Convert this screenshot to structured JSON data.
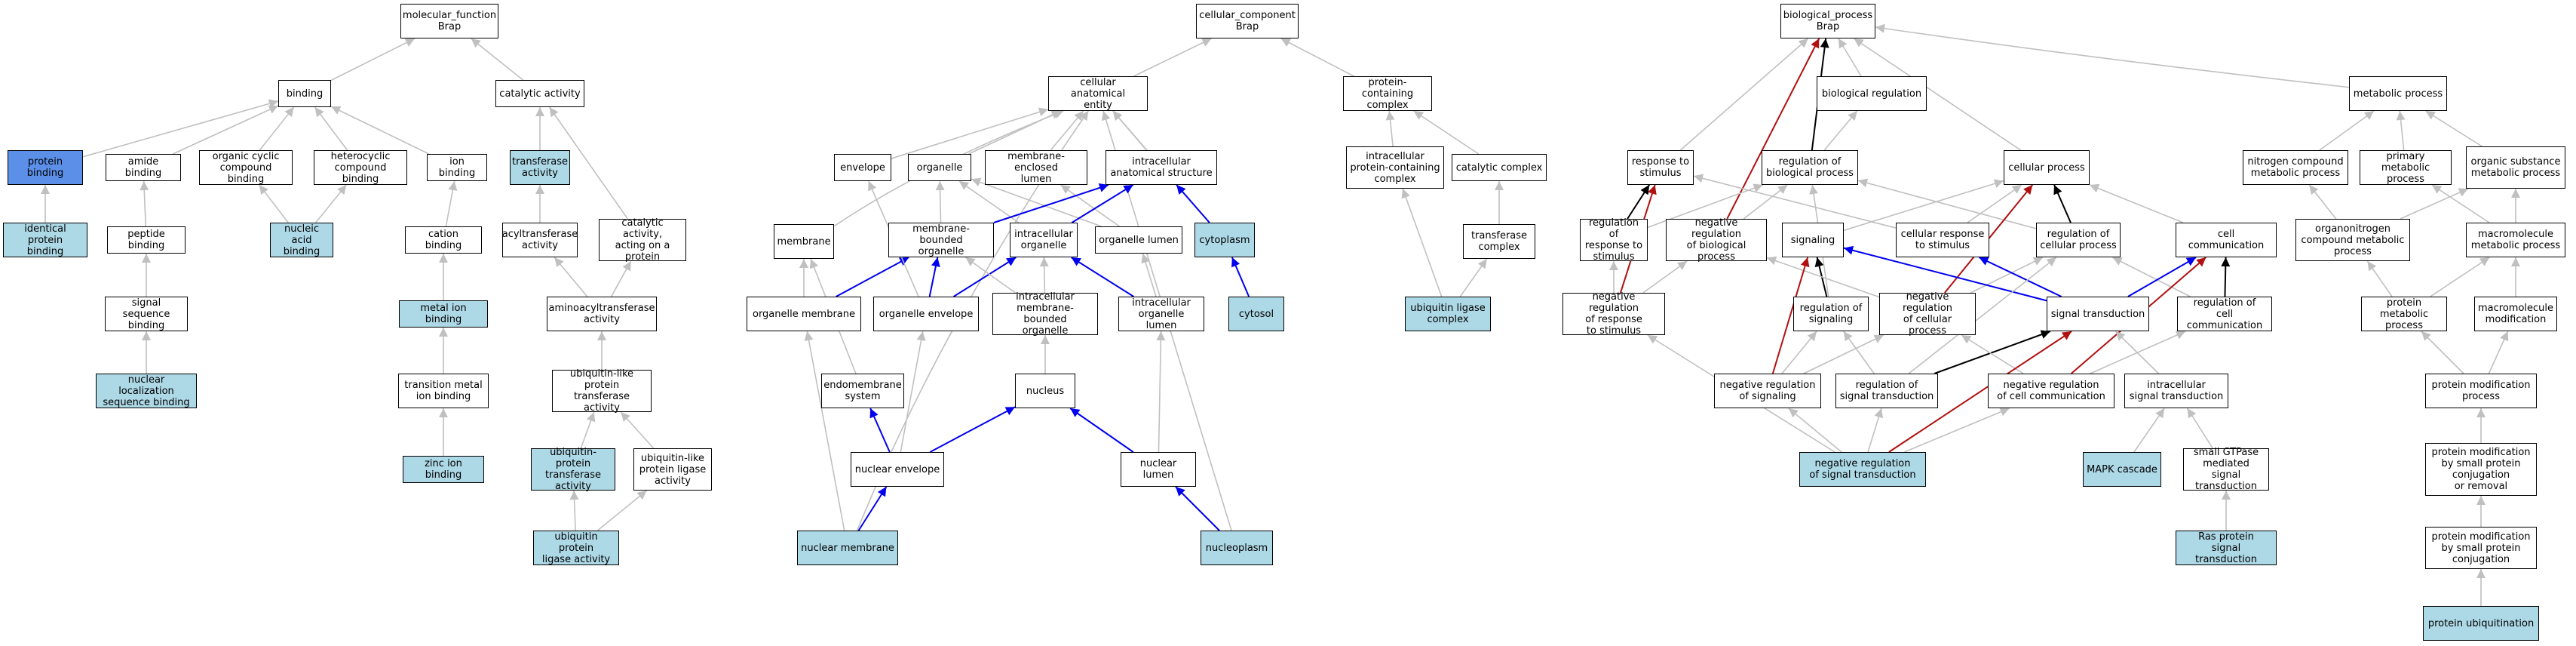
{
  "colors": {
    "white": "#ffffff",
    "light": "#add8e6",
    "blue": "#5b8fe8",
    "edge_gray": "#c0c0c0",
    "edge_black": "#000000",
    "edge_blue": "#0000ee",
    "edge_red": "#b01010"
  },
  "nodes": [
    {
      "id": "mf",
      "label": "molecular_function\nBrap",
      "fill": "white"
    },
    {
      "id": "binding",
      "label": "binding",
      "fill": "white"
    },
    {
      "id": "catact",
      "label": "catalytic activity",
      "fill": "white"
    },
    {
      "id": "protbind",
      "label": "protein binding",
      "fill": "blue"
    },
    {
      "id": "amide",
      "label": "amide binding",
      "fill": "white"
    },
    {
      "id": "orgcyc",
      "label": "organic cyclic\ncompound binding",
      "fill": "white"
    },
    {
      "id": "hetcyc",
      "label": "heterocyclic\ncompound binding",
      "fill": "white"
    },
    {
      "id": "ionbind",
      "label": "ion binding",
      "fill": "white"
    },
    {
      "id": "transferase",
      "label": "transferase\nactivity",
      "fill": "light"
    },
    {
      "id": "identprot",
      "label": "identical protein\nbinding",
      "fill": "light"
    },
    {
      "id": "peptide",
      "label": "peptide binding",
      "fill": "white"
    },
    {
      "id": "nucacid",
      "label": "nucleic acid\nbinding",
      "fill": "light"
    },
    {
      "id": "cation",
      "label": "cation binding",
      "fill": "white"
    },
    {
      "id": "acyltrans",
      "label": "acyltransferase\nactivity",
      "fill": "white"
    },
    {
      "id": "catacting",
      "label": "catalytic activity,\nacting on a\nprotein",
      "fill": "white"
    },
    {
      "id": "sigseq",
      "label": "signal sequence\nbinding",
      "fill": "white"
    },
    {
      "id": "metalion",
      "label": "metal ion binding",
      "fill": "light"
    },
    {
      "id": "aminoacyl",
      "label": "aminoacyltransferase\nactivity",
      "fill": "white"
    },
    {
      "id": "nucloc",
      "label": "nuclear localization\nsequence binding",
      "fill": "light"
    },
    {
      "id": "transmetal",
      "label": "transition metal\nion binding",
      "fill": "white"
    },
    {
      "id": "ubqlike",
      "label": "ubiquitin-like\nprotein transferase\nactivity",
      "fill": "white"
    },
    {
      "id": "zinc",
      "label": "zinc ion binding",
      "fill": "light"
    },
    {
      "id": "ubqprottrans",
      "label": "ubiquitin-protein\ntransferase\nactivity",
      "fill": "light"
    },
    {
      "id": "ubqlikelig",
      "label": "ubiquitin-like\nprotein ligase\nactivity",
      "fill": "white"
    },
    {
      "id": "ubqlig",
      "label": "ubiquitin protein\nligase activity",
      "fill": "light"
    },
    {
      "id": "cc",
      "label": "cellular_component\nBrap",
      "fill": "white"
    },
    {
      "id": "cae",
      "label": "cellular anatomical\nentity",
      "fill": "white"
    },
    {
      "id": "protcomplex",
      "label": "protein-containing\ncomplex",
      "fill": "white"
    },
    {
      "id": "envelope",
      "label": "envelope",
      "fill": "white"
    },
    {
      "id": "organelle",
      "label": "organelle",
      "fill": "white"
    },
    {
      "id": "memenclosed",
      "label": "membrane-enclosed\nlumen",
      "fill": "white"
    },
    {
      "id": "intracellas",
      "label": "intracellular\nanatomical structure",
      "fill": "white"
    },
    {
      "id": "intracomplex",
      "label": "intracellular\nprotein-containing\ncomplex",
      "fill": "white"
    },
    {
      "id": "catcomplex",
      "label": "catalytic complex",
      "fill": "white"
    },
    {
      "id": "membrane",
      "label": "membrane",
      "fill": "white"
    },
    {
      "id": "membound",
      "label": "membrane-bounded\norganelle",
      "fill": "white"
    },
    {
      "id": "intraorg",
      "label": "intracellular\norganelle",
      "fill": "white"
    },
    {
      "id": "orglumen",
      "label": "organelle lumen",
      "fill": "white"
    },
    {
      "id": "cytoplasm",
      "label": "cytoplasm",
      "fill": "light"
    },
    {
      "id": "transcomplex",
      "label": "transferase\ncomplex",
      "fill": "white"
    },
    {
      "id": "orgmem",
      "label": "organelle membrane",
      "fill": "white"
    },
    {
      "id": "orgenv",
      "label": "organelle envelope",
      "fill": "white"
    },
    {
      "id": "intramemorg",
      "label": "intracellular\nmembrane-bounded\norganelle",
      "fill": "white"
    },
    {
      "id": "intraorglumen",
      "label": "intracellular\norganelle lumen",
      "fill": "white"
    },
    {
      "id": "cytosol",
      "label": "cytosol",
      "fill": "light"
    },
    {
      "id": "ubqligcomplex",
      "label": "ubiquitin ligase\ncomplex",
      "fill": "light"
    },
    {
      "id": "endomem",
      "label": "endomembrane\nsystem",
      "fill": "white"
    },
    {
      "id": "nucleus",
      "label": "nucleus",
      "fill": "white"
    },
    {
      "id": "nucenv",
      "label": "nuclear envelope",
      "fill": "white"
    },
    {
      "id": "nuclumen",
      "label": "nuclear lumen",
      "fill": "white"
    },
    {
      "id": "nucmem",
      "label": "nuclear membrane",
      "fill": "light"
    },
    {
      "id": "nucleoplasm",
      "label": "nucleoplasm",
      "fill": "light"
    },
    {
      "id": "bp",
      "label": "biological_process\nBrap",
      "fill": "white"
    },
    {
      "id": "bioreg",
      "label": "biological regulation",
      "fill": "white"
    },
    {
      "id": "metproc",
      "label": "metabolic process",
      "fill": "white"
    },
    {
      "id": "respstim",
      "label": "response to\nstimulus",
      "fill": "white"
    },
    {
      "id": "regbio",
      "label": "regulation of\nbiological process",
      "fill": "white"
    },
    {
      "id": "cellproc",
      "label": "cellular process",
      "fill": "white"
    },
    {
      "id": "nitrogen",
      "label": "nitrogen compound\nmetabolic process",
      "fill": "white"
    },
    {
      "id": "primary",
      "label": "primary metabolic\nprocess",
      "fill": "white"
    },
    {
      "id": "orgsub",
      "label": "organic substance\nmetabolic process",
      "fill": "white"
    },
    {
      "id": "regresp",
      "label": "regulation of\nresponse to\nstimulus",
      "fill": "white"
    },
    {
      "id": "negregbio",
      "label": "negative regulation\nof biological\nprocess",
      "fill": "white"
    },
    {
      "id": "signaling",
      "label": "signaling",
      "fill": "white"
    },
    {
      "id": "cellresp",
      "label": "cellular response\nto stimulus",
      "fill": "white"
    },
    {
      "id": "regcell",
      "label": "regulation of\ncellular process",
      "fill": "white"
    },
    {
      "id": "cellcomm",
      "label": "cell communication",
      "fill": "white"
    },
    {
      "id": "organonit",
      "label": "organonitrogen\ncompound metabolic\nprocess",
      "fill": "white"
    },
    {
      "id": "macromet",
      "label": "macromolecule\nmetabolic process",
      "fill": "white"
    },
    {
      "id": "negregresp",
      "label": "negative regulation\nof response\nto stimulus",
      "fill": "white"
    },
    {
      "id": "regsig",
      "label": "regulation of\nsignaling",
      "fill": "white"
    },
    {
      "id": "negregcell",
      "label": "negative regulation\nof cellular\nprocess",
      "fill": "white"
    },
    {
      "id": "sigtrans",
      "label": "signal transduction",
      "fill": "white"
    },
    {
      "id": "regcellcomm",
      "label": "regulation of\ncell communication",
      "fill": "white"
    },
    {
      "id": "protmet",
      "label": "protein metabolic\nprocess",
      "fill": "white"
    },
    {
      "id": "macromod",
      "label": "macromolecule\nmodification",
      "fill": "white"
    },
    {
      "id": "negregsig",
      "label": "negative regulation\nof signaling",
      "fill": "white"
    },
    {
      "id": "regsigtrans",
      "label": "regulation of\nsignal transduction",
      "fill": "white"
    },
    {
      "id": "negregcellcomm",
      "label": "negative regulation\nof cell communication",
      "fill": "white"
    },
    {
      "id": "intrasig",
      "label": "intracellular\nsignal transduction",
      "fill": "white"
    },
    {
      "id": "protmodproc",
      "label": "protein modification\nprocess",
      "fill": "white"
    },
    {
      "id": "negregsigtrans",
      "label": "negative regulation\nof signal transduction",
      "fill": "light"
    },
    {
      "id": "mapk",
      "label": "MAPK cascade",
      "fill": "light"
    },
    {
      "id": "smallgtp",
      "label": "small GTPase\nmediated signal\ntransduction",
      "fill": "white"
    },
    {
      "id": "protmodsmall",
      "label": "protein modification\nby small protein\nconjugation\nor removal",
      "fill": "white"
    },
    {
      "id": "ras",
      "label": "Ras protein\nsignal transduction",
      "fill": "light"
    },
    {
      "id": "protmodconj",
      "label": "protein modification\nby small protein\nconjugation",
      "fill": "white"
    },
    {
      "id": "protubq",
      "label": "protein ubiquitination",
      "fill": "light"
    }
  ],
  "edges": [
    [
      "binding",
      "mf",
      "gray"
    ],
    [
      "catact",
      "mf",
      "gray"
    ],
    [
      "protbind",
      "binding",
      "gray"
    ],
    [
      "amide",
      "binding",
      "gray"
    ],
    [
      "orgcyc",
      "binding",
      "gray"
    ],
    [
      "hetcyc",
      "binding",
      "gray"
    ],
    [
      "ionbind",
      "binding",
      "gray"
    ],
    [
      "transferase",
      "catact",
      "gray"
    ],
    [
      "catacting",
      "catact",
      "gray"
    ],
    [
      "identprot",
      "protbind",
      "gray"
    ],
    [
      "peptide",
      "amide",
      "gray"
    ],
    [
      "nucacid",
      "orgcyc",
      "gray"
    ],
    [
      "nucacid",
      "hetcyc",
      "gray"
    ],
    [
      "cation",
      "ionbind",
      "gray"
    ],
    [
      "acyltrans",
      "transferase",
      "gray"
    ],
    [
      "sigseq",
      "peptide",
      "gray"
    ],
    [
      "metalion",
      "cation",
      "gray"
    ],
    [
      "aminoacyl",
      "acyltrans",
      "gray"
    ],
    [
      "aminoacyl",
      "catacting",
      "gray"
    ],
    [
      "nucloc",
      "sigseq",
      "gray"
    ],
    [
      "transmetal",
      "metalion",
      "gray"
    ],
    [
      "ubqlike",
      "aminoacyl",
      "gray"
    ],
    [
      "zinc",
      "transmetal",
      "gray"
    ],
    [
      "ubqprottrans",
      "ubqlike",
      "gray"
    ],
    [
      "ubqlikelig",
      "ubqlike",
      "gray"
    ],
    [
      "ubqlig",
      "ubqprottrans",
      "gray"
    ],
    [
      "ubqlig",
      "ubqlikelig",
      "gray"
    ],
    [
      "cae",
      "cc",
      "gray"
    ],
    [
      "protcomplex",
      "cc",
      "gray"
    ],
    [
      "envelope",
      "cae",
      "gray"
    ],
    [
      "organelle",
      "cae",
      "gray"
    ],
    [
      "memenclosed",
      "cae",
      "gray"
    ],
    [
      "intracellas",
      "cae",
      "gray"
    ],
    [
      "membrane",
      "cae",
      "gray"
    ],
    [
      "cytoplasm",
      "cae",
      "gray"
    ],
    [
      "nucmem",
      "cae",
      "gray"
    ],
    [
      "nucleoplasm",
      "cae",
      "gray"
    ],
    [
      "intracomplex",
      "protcomplex",
      "gray"
    ],
    [
      "catcomplex",
      "protcomplex",
      "gray"
    ],
    [
      "membound",
      "organelle",
      "gray"
    ],
    [
      "intraorg",
      "organelle",
      "gray"
    ],
    [
      "orglumen",
      "memenclosed",
      "gray"
    ],
    [
      "orglumen",
      "organelle",
      "gray"
    ],
    [
      "intraorg",
      "intracellas",
      "blue"
    ],
    [
      "cytoplasm",
      "intracellas",
      "blue"
    ],
    [
      "transcomplex",
      "catcomplex",
      "gray"
    ],
    [
      "ubqligcomplex",
      "transcomplex",
      "gray"
    ],
    [
      "ubqligcomplex",
      "intracomplex",
      "gray"
    ],
    [
      "orgmem",
      "membrane",
      "gray"
    ],
    [
      "orgmem",
      "membound",
      "blue"
    ],
    [
      "orgenv",
      "envelope",
      "gray"
    ],
    [
      "orgenv",
      "membound",
      "blue"
    ],
    [
      "orgenv",
      "intraorg",
      "blue"
    ],
    [
      "intramemorg",
      "membound",
      "gray"
    ],
    [
      "intramemorg",
      "intraorg",
      "gray"
    ],
    [
      "intraorglumen",
      "orglumen",
      "gray"
    ],
    [
      "intraorglumen",
      "intraorg",
      "blue"
    ],
    [
      "cytosol",
      "cytoplasm",
      "blue"
    ],
    [
      "membound",
      "intracellas",
      "blue"
    ],
    [
      "endomem",
      "membrane",
      "gray"
    ],
    [
      "nucleus",
      "intramemorg",
      "gray"
    ],
    [
      "nucenv",
      "endomem",
      "blue"
    ],
    [
      "nucenv",
      "orgenv",
      "gray"
    ],
    [
      "nucenv",
      "nucleus",
      "blue"
    ],
    [
      "nuclumen",
      "nucleus",
      "blue"
    ],
    [
      "nuclumen",
      "intraorglumen",
      "gray"
    ],
    [
      "nucmem",
      "nucenv",
      "blue"
    ],
    [
      "nucmem",
      "orgmem",
      "gray"
    ],
    [
      "nucleoplasm",
      "nuclumen",
      "blue"
    ],
    [
      "bioreg",
      "bp",
      "gray"
    ],
    [
      "metproc",
      "bp",
      "gray"
    ],
    [
      "respstim",
      "bp",
      "gray"
    ],
    [
      "regbio",
      "bp",
      "black"
    ],
    [
      "cellproc",
      "bp",
      "gray"
    ],
    [
      "negregbio",
      "bp",
      "red"
    ],
    [
      "regbio",
      "bioreg",
      "gray"
    ],
    [
      "nitrogen",
      "metproc",
      "gray"
    ],
    [
      "primary",
      "metproc",
      "gray"
    ],
    [
      "orgsub",
      "metproc",
      "gray"
    ],
    [
      "regresp",
      "respstim",
      "black"
    ],
    [
      "regresp",
      "regbio",
      "gray"
    ],
    [
      "negregbio",
      "regbio",
      "gray"
    ],
    [
      "signaling",
      "cellproc",
      "gray"
    ],
    [
      "cellresp",
      "respstim",
      "gray"
    ],
    [
      "cellresp",
      "cellproc",
      "gray"
    ],
    [
      "regcell",
      "cellproc",
      "black"
    ],
    [
      "regcell",
      "regbio",
      "gray"
    ],
    [
      "cellcomm",
      "cellproc",
      "gray"
    ],
    [
      "organonit",
      "nitrogen",
      "gray"
    ],
    [
      "organonit",
      "orgsub",
      "gray"
    ],
    [
      "macromet",
      "orgsub",
      "gray"
    ],
    [
      "macromet",
      "primary",
      "gray"
    ],
    [
      "negregresp",
      "regresp",
      "gray"
    ],
    [
      "negregresp",
      "negregbio",
      "gray"
    ],
    [
      "negregresp",
      "respstim",
      "red"
    ],
    [
      "regsig",
      "signaling",
      "black"
    ],
    [
      "regsig",
      "regbio",
      "gray"
    ],
    [
      "negregcell",
      "regcell",
      "gray"
    ],
    [
      "negregcell",
      "negregbio",
      "gray"
    ],
    [
      "negregcell",
      "cellproc",
      "red"
    ],
    [
      "sigtrans",
      "signaling",
      "blue"
    ],
    [
      "sigtrans",
      "cellresp",
      "blue"
    ],
    [
      "regcellcomm",
      "cellcomm",
      "black"
    ],
    [
      "regcellcomm",
      "regcell",
      "gray"
    ],
    [
      "protmet",
      "organonit",
      "gray"
    ],
    [
      "protmet",
      "macromet",
      "gray"
    ],
    [
      "macromod",
      "macromet",
      "gray"
    ],
    [
      "negregsig",
      "regsig",
      "gray"
    ],
    [
      "negregsig",
      "signaling",
      "red"
    ],
    [
      "negregsig",
      "negregcell",
      "gray"
    ],
    [
      "regsigtrans",
      "sigtrans",
      "black"
    ],
    [
      "regsigtrans",
      "regsig",
      "gray"
    ],
    [
      "regsigtrans",
      "regcell",
      "gray"
    ],
    [
      "negregcellcomm",
      "regcellcomm",
      "gray"
    ],
    [
      "negregcellcomm",
      "cellcomm",
      "red"
    ],
    [
      "negregcellcomm",
      "negregcell",
      "gray"
    ],
    [
      "intrasig",
      "sigtrans",
      "gray"
    ],
    [
      "sigtrans",
      "cellcomm",
      "blue"
    ],
    [
      "protmodproc",
      "protmet",
      "gray"
    ],
    [
      "protmodproc",
      "macromod",
      "gray"
    ],
    [
      "negregsigtrans",
      "negregsig",
      "gray"
    ],
    [
      "negregsigtrans",
      "regsigtrans",
      "gray"
    ],
    [
      "negregsigtrans",
      "negregcellcomm",
      "gray"
    ],
    [
      "negregsigtrans",
      "sigtrans",
      "red"
    ],
    [
      "negregsigtrans",
      "negregresp",
      "gray"
    ],
    [
      "mapk",
      "intrasig",
      "gray"
    ],
    [
      "smallgtp",
      "intrasig",
      "gray"
    ],
    [
      "protmodsmall",
      "protmodproc",
      "gray"
    ],
    [
      "ras",
      "smallgtp",
      "gray"
    ],
    [
      "protmodconj",
      "protmodsmall",
      "gray"
    ],
    [
      "protubq",
      "protmodconj",
      "gray"
    ]
  ]
}
